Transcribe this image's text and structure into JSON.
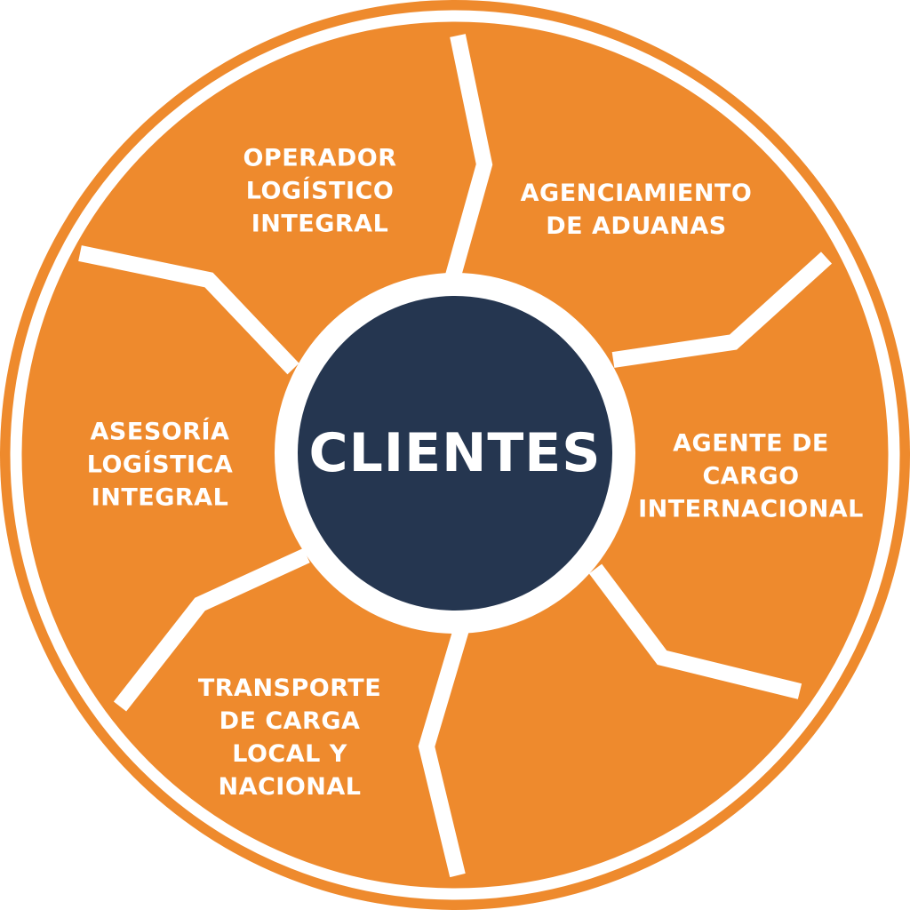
{
  "colors": {
    "orange": "#EE8A2D",
    "navy": "#253650",
    "divider": "#FFFFFF"
  },
  "center": {
    "label": "CLIENTES"
  },
  "segments": [
    {
      "label": "OPERADOR\nLOGÍSTICO\nINTEGRAL"
    },
    {
      "label": "AGENCIAMIENTO\nDE ADUANAS"
    },
    {
      "label": "AGENTE DE\nCARGO\nINTERNACIONAL"
    },
    {
      "label": ""
    },
    {
      "label": "TRANSPORTE\nDE CARGA\nLOCAL Y\nNACIONAL"
    },
    {
      "label": "ASESORÍA\nLOGÍSTICA\nINTEGRAL"
    }
  ]
}
